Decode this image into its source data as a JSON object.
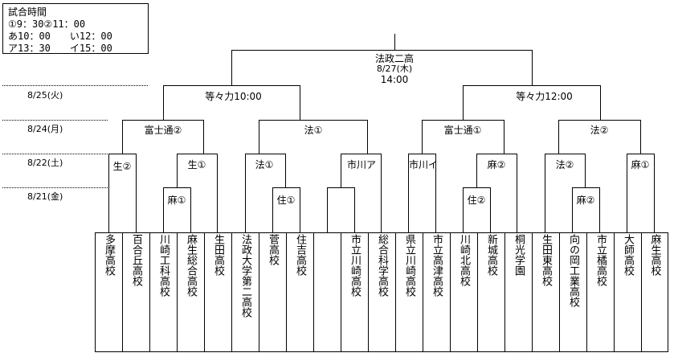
{
  "legend": {
    "title": "試合時間",
    "line1": "①9：30②11：00",
    "line2": "あ10：00　　い12：00",
    "line3": "ア13：30　　イ15：00"
  },
  "dates": [
    "8/25(火)",
    "8/24(月)",
    "8/22(土)",
    "8/21(金)"
  ],
  "final": {
    "venue": "法政二高",
    "date": "8/27(木)",
    "time": "14:00"
  },
  "semis": [
    {
      "label": "等々力10:00"
    },
    {
      "label": "等々力12:00"
    }
  ],
  "quarters": [
    "富士通②",
    "法①",
    "富士通①",
    "法②"
  ],
  "round3": [
    "生②",
    "生①",
    "法①",
    "市川ア",
    "市川イ",
    "麻②",
    "法②",
    "麻①"
  ],
  "round2": [
    "麻①",
    "住①",
    "住②",
    "麻②"
  ],
  "teams": [
    "多摩高校",
    "百合丘高校",
    "川崎工科高校",
    "麻生総合高校",
    "生田高校",
    "法政大学第二高校",
    "菅高校",
    "住吉高校",
    "",
    "市立川崎高校",
    "総合科学高校",
    "県立川崎高校",
    "市立高津高校",
    "川崎北高校",
    "新城高校",
    "桐光学園",
    "生田東高校",
    "向の岡工業高校",
    "市立橘高校",
    "大師高校",
    "麻生高校"
  ]
}
